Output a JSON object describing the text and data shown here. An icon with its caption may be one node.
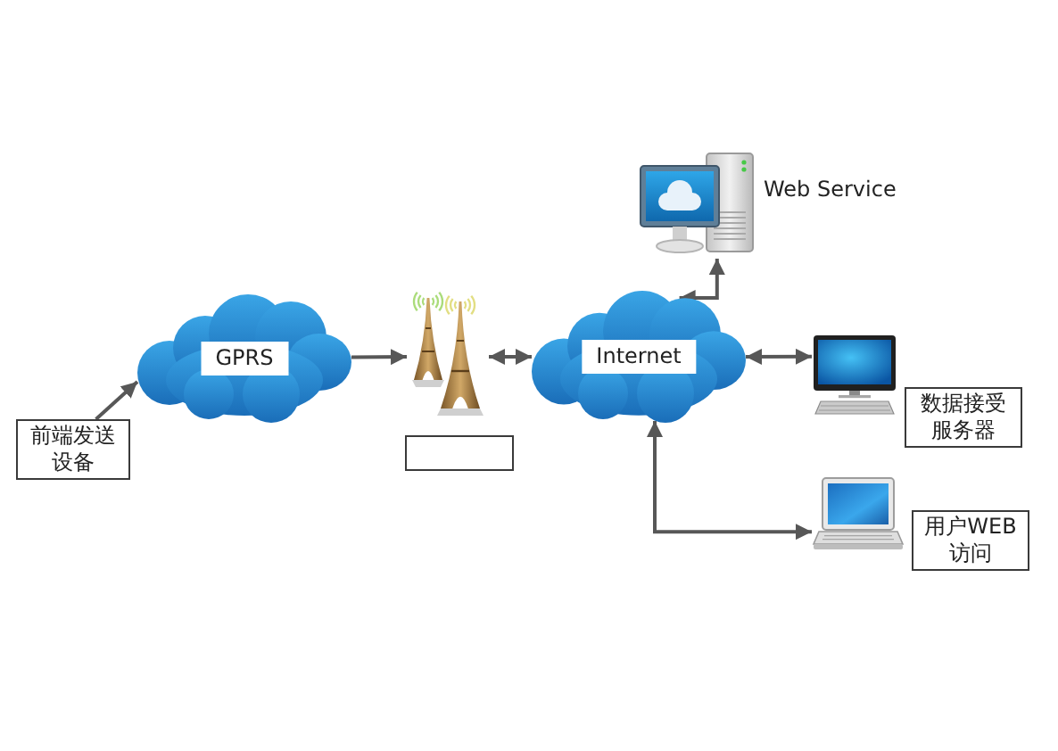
{
  "diagram": {
    "nodes": [
      {
        "text": [],
        "shape": "picture",
        "beside": [
          "Web Service"
        ]
      },
      {
        "text": [
          "GPRS"
        ]
      },
      {
        "text": [],
        "shape": "picture"
      },
      {
        "text": [
          "Internet"
        ]
      },
      {
        "text": [],
        "shape": "picture"
      },
      {
        "text": [
          "前端发送设备"
        ]
      },
      {
        "text": [],
        "shape": "box"
      },
      {
        "text": [
          "数据接受服务器"
        ]
      },
      {
        "text": [],
        "shape": "picture"
      },
      {
        "text": [
          "用户WEB访问"
        ]
      }
    ],
    "edges": [
      {
        "from": 5,
        "to": 1,
        "arrow": "to"
      },
      {
        "from": 1,
        "to": 2,
        "arrow": "to"
      },
      {
        "from": 2,
        "to": 3,
        "arrow": "both"
      },
      {
        "from": 3,
        "to": 0,
        "arrow": "both"
      },
      {
        "from": 3,
        "to": 4,
        "arrow": "both"
      },
      {
        "from": 3,
        "to": 8,
        "arrow": "both"
      }
    ]
  }
}
